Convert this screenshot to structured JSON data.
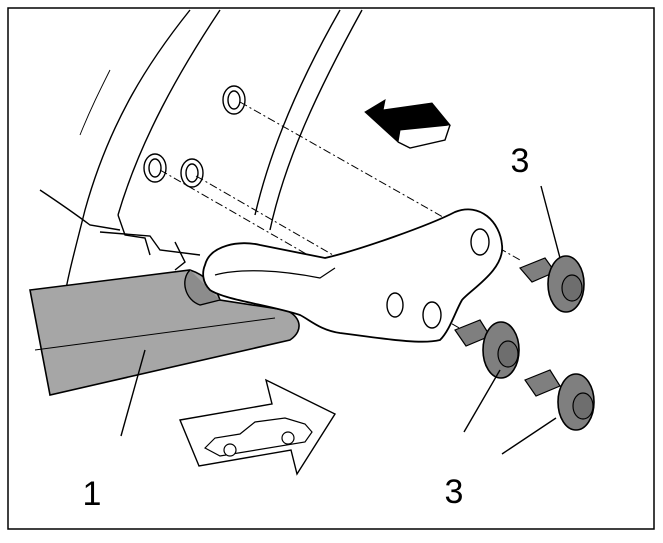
{
  "diagram": {
    "callouts": {
      "upper_bolt_label": "3",
      "lower_bolts_label": "3",
      "trim_panel_label": "1"
    },
    "icons": {
      "direction_arrow": "bold-black-arrow-icon",
      "vehicle_front_arrow": "car-direction-arrow-icon",
      "bolt": "flange-bolt-icon"
    },
    "colors": {
      "line": "#000000",
      "panel_fill": "#a6a6a6",
      "panel_dark": "#8c8c8c",
      "bolt_fill": "#7f7f7f",
      "background": "#ffffff"
    }
  }
}
